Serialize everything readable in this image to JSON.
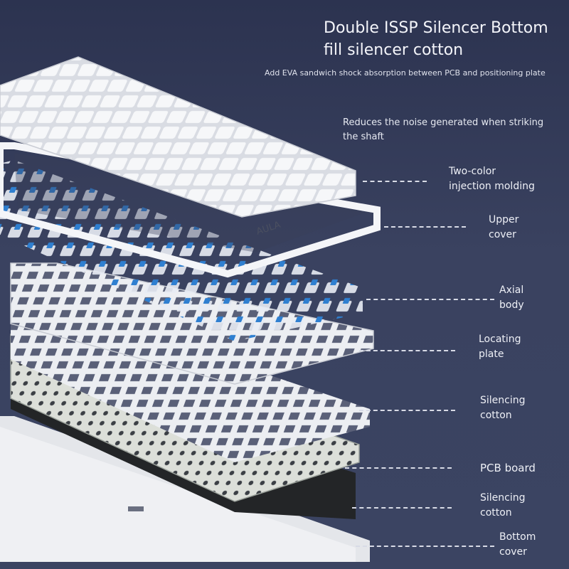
{
  "header": {
    "title_line1": "Double ISSP Silencer Bottom",
    "title_line2": "fill silencer cotton",
    "subtitle": "Add EVA sandwich shock absorption between PCB and positioning plate",
    "note": "Reduces the noise generated when striking the shaft"
  },
  "layers": [
    {
      "id": "two-color",
      "lines": [
        "Two-color",
        "injection molding"
      ]
    },
    {
      "id": "upper-cover",
      "lines": [
        "Upper",
        "cover"
      ]
    },
    {
      "id": "axial-body",
      "lines": [
        "Axial",
        "body"
      ]
    },
    {
      "id": "locating-plate",
      "lines": [
        "Locating",
        "plate"
      ]
    },
    {
      "id": "silencing-cotton-1",
      "lines": [
        "Silencing",
        "cotton"
      ]
    },
    {
      "id": "pcb-board",
      "lines": [
        "PCB board"
      ]
    },
    {
      "id": "silencing-cotton-2",
      "lines": [
        "Silencing",
        "cotton"
      ]
    },
    {
      "id": "bottom-cover",
      "lines": [
        "Bottom",
        "cover"
      ]
    }
  ],
  "brand_mark": "AULA",
  "colors": {
    "background": "#333b58",
    "keycap": "#f2f3f6",
    "switch_stem": "#2f7fd0",
    "plate": "#e9ebef",
    "pcb": "#d9dcd6",
    "foam": "#222426"
  }
}
